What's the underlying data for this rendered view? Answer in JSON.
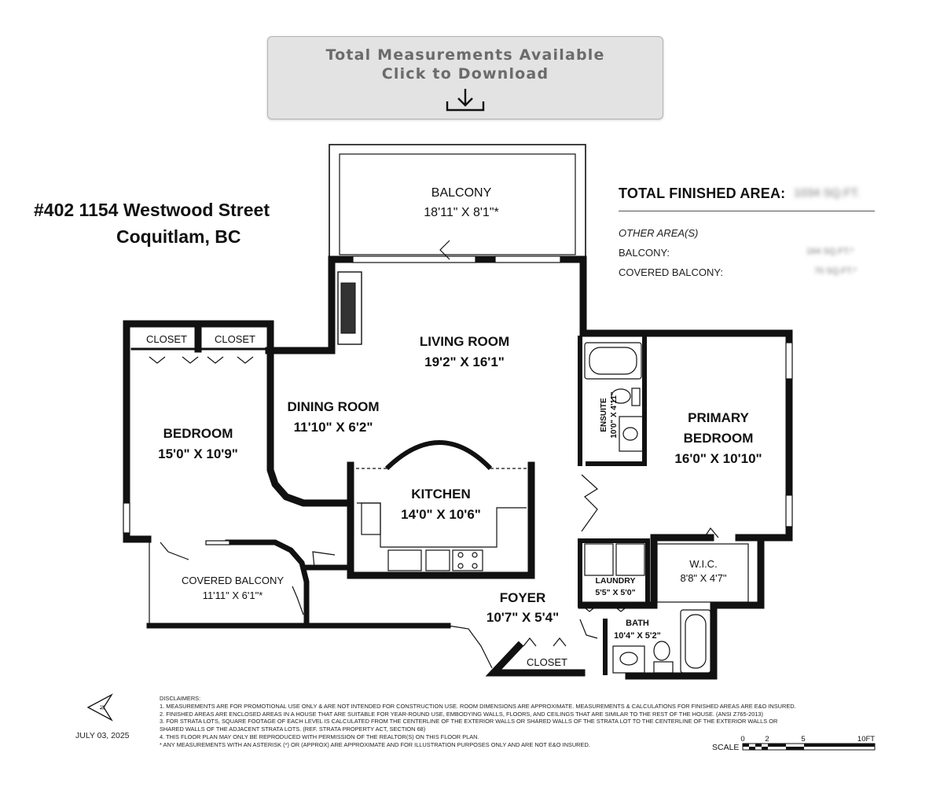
{
  "download": {
    "line1": "Total Measurements Available",
    "line2": "Click to Download",
    "icon": "download-arrow-icon"
  },
  "address": {
    "line1": "#402 1154 Westwood Street",
    "line2": "Coquitlam, BC"
  },
  "areas": {
    "title": "TOTAL FINISHED AREA:",
    "total_value": "1034 SQ.FT.",
    "other_label": "OTHER AREA(S)",
    "balcony_label": "BALCONY:",
    "balcony_value": "164 SQ.FT.*",
    "covered_balcony_label": "COVERED BALCONY:",
    "covered_balcony_value": "70 SQ.FT.*"
  },
  "rooms": {
    "balcony": {
      "name": "BALCONY",
      "dims": "18'11\" X 8'1\"*"
    },
    "living": {
      "name": "LIVING ROOM",
      "dims": "19'2\" X 16'1\""
    },
    "dining": {
      "name": "DINING ROOM",
      "dims": "11'10\" X 6'2\""
    },
    "kitchen": {
      "name": "KITCHEN",
      "dims": "14'0\" X 10'6\""
    },
    "bedroom": {
      "name": "BEDROOM",
      "dims": "15'0\" X 10'9\""
    },
    "closet1": {
      "name": "CLOSET"
    },
    "closet2": {
      "name": "CLOSET"
    },
    "closet3": {
      "name": "CLOSET"
    },
    "covered_balcony": {
      "name": "COVERED BALCONY",
      "dims": "11'11\" X 6'1\"*"
    },
    "foyer": {
      "name": "FOYER",
      "dims": "10'7\" X 5'4\""
    },
    "ensuite": {
      "name": "ENSUITE",
      "dims": "10'0\" X 4'11\""
    },
    "primary": {
      "name1": "PRIMARY",
      "name2": "BEDROOM",
      "dims": "16'0\" X 10'10\""
    },
    "wic": {
      "name": "W.I.C.",
      "dims": "8'8\" X 4'7\""
    },
    "laundry": {
      "name": "LAUNDRY",
      "dims": "5'5\" X 5'0\""
    },
    "bath": {
      "name": "BATH",
      "dims": "10'4\" X 5'2\""
    }
  },
  "disclaimers": {
    "heading": "DISCLAIMERS:",
    "items": [
      "1. MEASUREMENTS ARE FOR PROMOTIONAL USE ONLY & ARE NOT INTENDED FOR CONSTRUCTION USE. ROOM DIMENSIONS ARE APPROXIMATE. MEASUREMENTS & CALCULATIONS FOR FINISHED AREAS ARE E&O INSURED.",
      "2. FINISHED AREAS ARE ENCLOSED AREAS IN A HOUSE THAT ARE SUITABLE FOR YEAR-ROUND USE, EMBODYING WALLS, FLOORS, AND CEILINGS THAT ARE SIMILAR TO THE REST OF THE HOUSE. (ANSI Z765-2013)",
      "3. FOR STRATA LOTS, SQUARE FOOTAGE OF EACH LEVEL IS CALCULATED FROM THE CENTERLINE OF THE EXTERIOR WALLS OR SHARED WALLS OF THE STRATA LOT TO THE CENTERLINE OF THE EXTERIOR WALLS OR",
      "SHARED WALLS OF THE ADJACENT STRATA LOTS. (REF. STRATA PROPERTY ACT, SECTION 68)",
      "4. THIS FLOOR PLAN MAY ONLY BE REPRODUCED WITH PERMISSION OF THE REALTOR(S) ON THIS FLOOR PLAN.",
      "* ANY MEASUREMENTS WITH AN ASTERISK (*) OR (APPROX) ARE APPROXIMATE AND FOR ILLUSTRATION PURPOSES ONLY AND ARE NOT E&O INSURED."
    ]
  },
  "date": "JULY 03, 2025",
  "north": "N",
  "scale": {
    "label": "SCALE",
    "ticks": [
      "0",
      "2",
      "5",
      "10FT"
    ]
  }
}
